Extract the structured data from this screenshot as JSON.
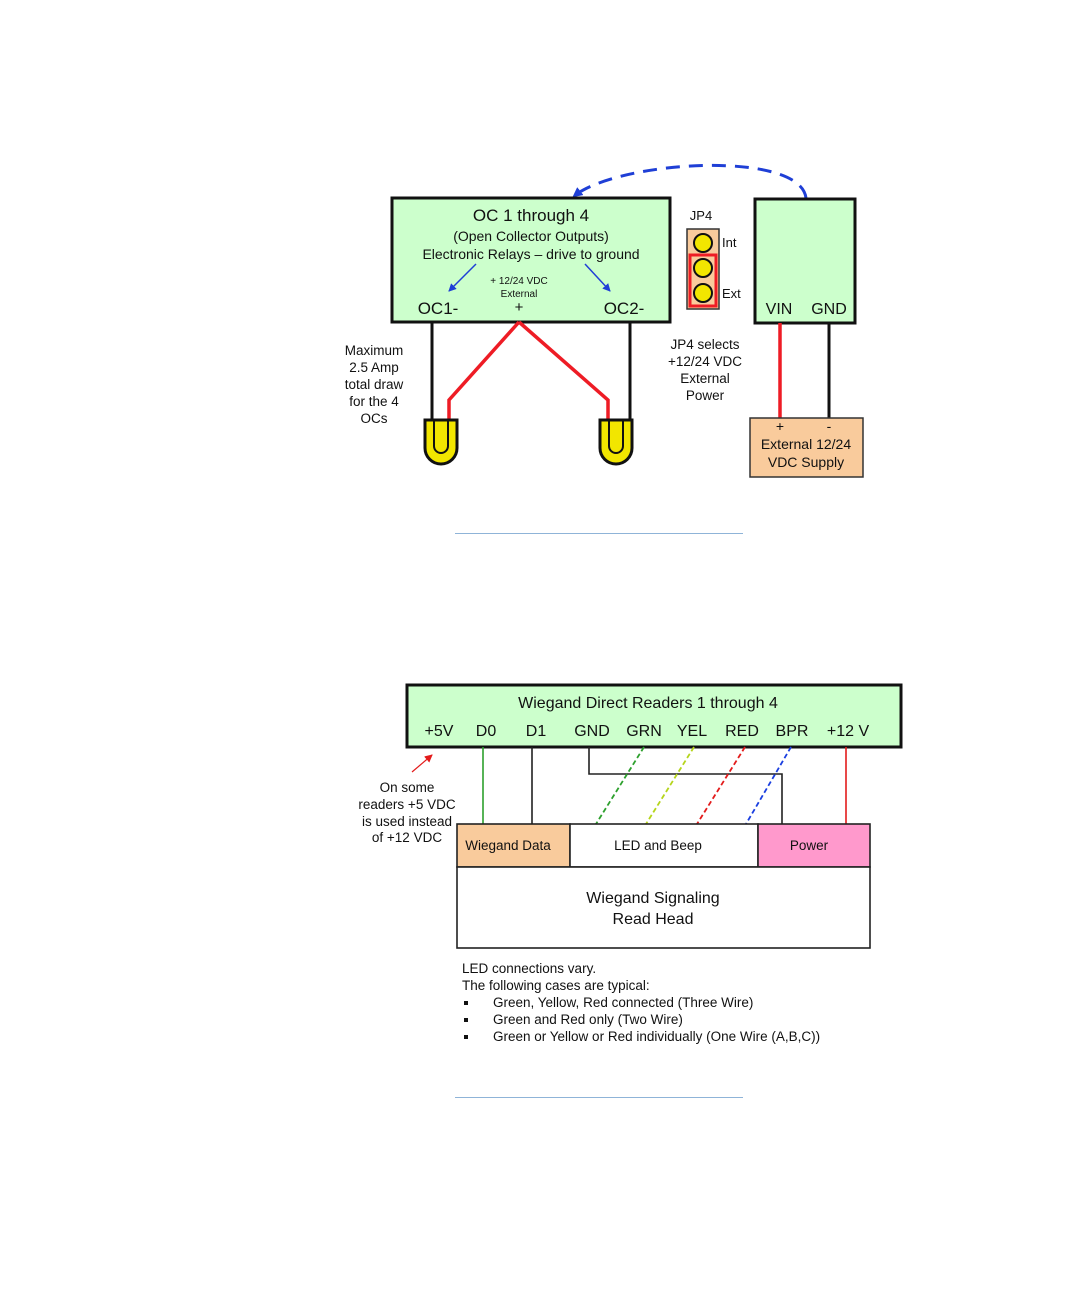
{
  "figure1": {
    "oc_box": {
      "title": "OC 1 through 4",
      "subtitle": "(Open Collector Outputs)",
      "desc": "Electronic Relays – drive to ground",
      "ext_line1": "+ 12/24 VDC",
      "ext_line2": "External",
      "plus": "+",
      "oc1": "OC1-",
      "oc2": "OC2-"
    },
    "jp4": {
      "label": "JP4",
      "int": "Int",
      "ext": "Ext"
    },
    "jp4_note": [
      "JP4 selects",
      "+12/24 VDC",
      "External",
      "Power"
    ],
    "power_box": {
      "vin": "VIN",
      "gnd": "GND"
    },
    "max_note": [
      "Maximum",
      "2.5 Amp",
      "total draw",
      "for the 4",
      "OCs"
    ],
    "supply": {
      "plus": "+",
      "minus": "-",
      "line1": "External 12/24",
      "line2": "VDC Supply"
    },
    "colors": {
      "green_box": "#ccffcc",
      "supply": "#f9cb9c",
      "lamp": "#f2e600",
      "wire_red": "#ee1c25",
      "arrow_blue": "#1f3fd6"
    }
  },
  "figure2": {
    "header": {
      "title": "Wiegand Direct Readers 1 through 4",
      "pins": [
        "+5V",
        "D0",
        "D1",
        "GND",
        "GRN",
        "YEL",
        "RED",
        "BPR",
        "+12 V"
      ]
    },
    "note": [
      "On some",
      "readers +5 VDC",
      "is used instead",
      "of +12 VDC"
    ],
    "segments": {
      "data": "Wiegand Data",
      "led": "LED and Beep",
      "power": "Power"
    },
    "head": [
      "Wiegand Signaling",
      "Read Head"
    ],
    "led_notes": {
      "line1": "LED connections vary.",
      "line2": "The following cases are typical:",
      "bullets": [
        "Green, Yellow, Red connected (Three Wire)",
        "Green and Red only (Two Wire)",
        "Green or Yellow or Red individually (One Wire (A,B,C))"
      ]
    },
    "colors": {
      "header": "#ccffcc",
      "data": "#f9cb9c",
      "power": "#ff99cc",
      "grn": "#2da02d",
      "yel": "#b5d51b",
      "red": "#e31b1b",
      "bpr": "#1a3fe0"
    }
  }
}
